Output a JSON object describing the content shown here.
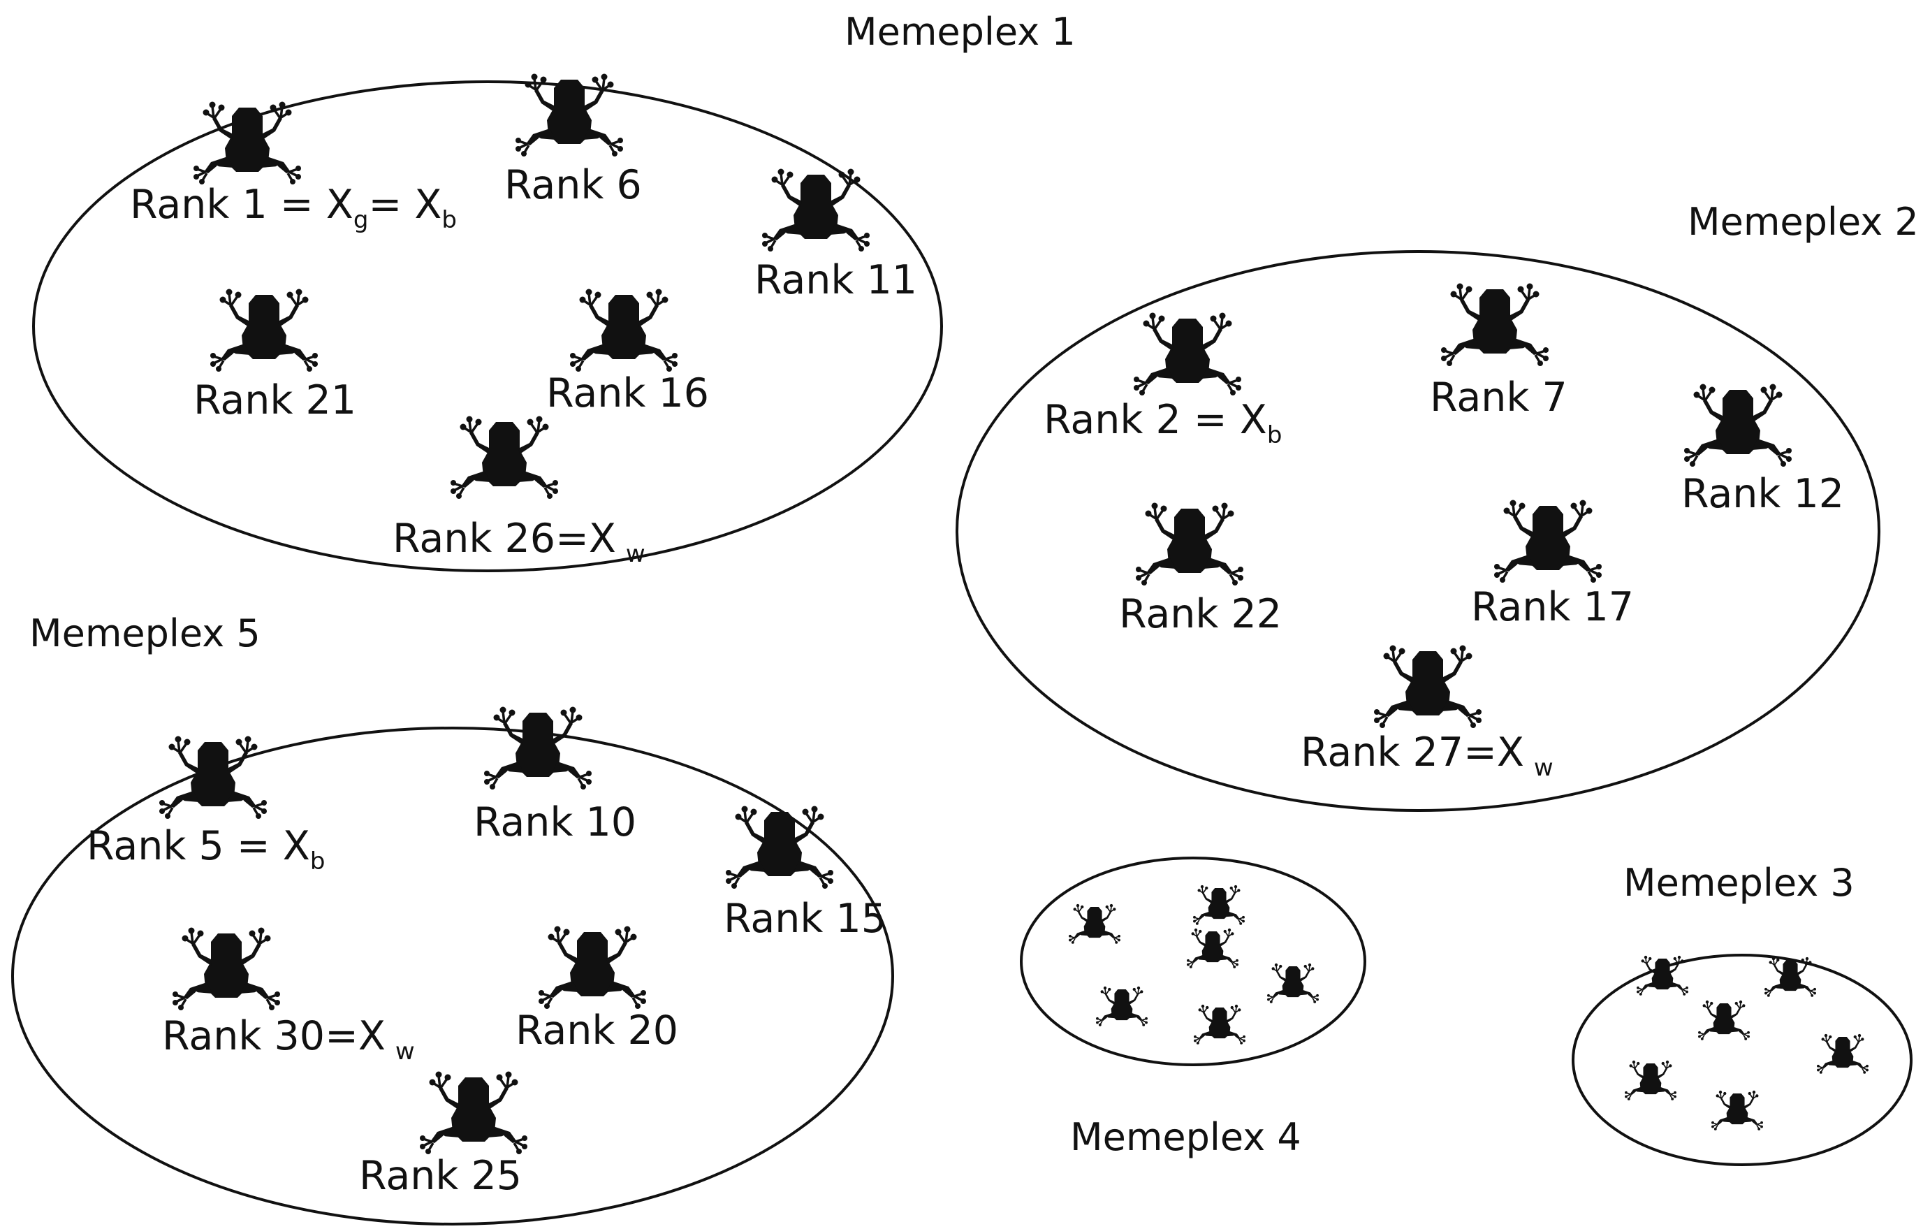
{
  "colors": {
    "background": "#ffffff",
    "ink": "#111111"
  },
  "icon": "frog-icon",
  "memeplexes": [
    {
      "title": "Memeplex 1",
      "frogs": [
        {
          "label": "Rank 1 = X",
          "sub": "g",
          "tail": "= X",
          "sub2": "b"
        },
        {
          "label": "Rank 6"
        },
        {
          "label": "Rank 11"
        },
        {
          "label": "Rank 21"
        },
        {
          "label": "Rank 16"
        },
        {
          "label": "Rank 26=X",
          "sub": "w"
        }
      ]
    },
    {
      "title": "Memeplex 2",
      "frogs": [
        {
          "label": "Rank 2 = X",
          "sub": "b"
        },
        {
          "label": "Rank 7"
        },
        {
          "label": "Rank 12"
        },
        {
          "label": "Rank 22"
        },
        {
          "label": "Rank 17"
        },
        {
          "label": "Rank 27=X",
          "sub": "w"
        }
      ]
    },
    {
      "title": "Memeplex 3",
      "frogs": [
        {},
        {},
        {},
        {},
        {},
        {}
      ]
    },
    {
      "title": "Memeplex 4",
      "frogs": [
        {},
        {},
        {},
        {},
        {},
        {}
      ]
    },
    {
      "title": "Memeplex 5",
      "frogs": [
        {
          "label": "Rank 5 = X",
          "sub": "b"
        },
        {
          "label": "Rank 10"
        },
        {
          "label": "Rank 15"
        },
        {
          "label": "Rank 30=X",
          "sub": "w"
        },
        {
          "label": "Rank 20"
        },
        {
          "label": "Rank 25"
        }
      ]
    }
  ]
}
